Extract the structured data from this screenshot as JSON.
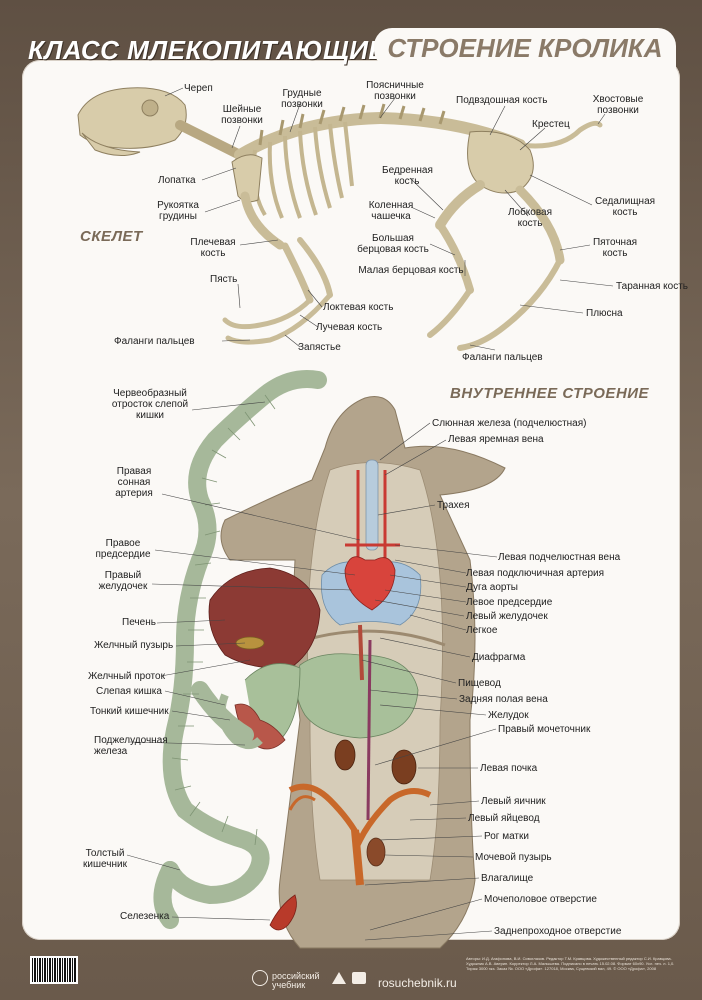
{
  "header": {
    "left_title": "КЛАСС МЛЕКОПИТАЮЩИЕ",
    "right_title": "СТРОЕНИЕ КРОЛИКА"
  },
  "sections": {
    "skeleton": "СКЕЛЕТ",
    "internal": "ВНУТРЕННЕЕ СТРОЕНИЕ"
  },
  "skeleton_labels": {
    "skull": "Череп",
    "cervical": "Шейные позвонки",
    "thoracic": "Грудные позвонки",
    "lumbar": "Поясничные позвонки",
    "ilium": "Подвздошная кость",
    "caudal": "Хвостовые позвонки",
    "sacrum": "Крестец",
    "scapula": "Лопатка",
    "manubrium": "Рукоятка грудины",
    "humerus": "Плечевая кость",
    "metacarpus": "Пясть",
    "ulna": "Локтевая кость",
    "radius": "Лучевая кость",
    "carpus": "Запястье",
    "phalanges_front": "Фаланги пальцев",
    "femur": "Бедренная кость",
    "patella": "Коленная чашечка",
    "tibia": "Большая берцовая кость",
    "fibula": "Малая берцовая кость",
    "pubis": "Лобковая кость",
    "ischium": "Седалищная кость",
    "calcaneus": "Пяточная кость",
    "talus": "Таранная кость",
    "metatarsus": "Плюсна",
    "phalanges_hind": "Фаланги пальцев"
  },
  "organ_labels": {
    "appendix": "Червеобразный отросток слепой кишки",
    "right_carotid": "Правая сонная артерия",
    "right_atrium": "Правое предсердие",
    "right_ventricle": "Правый желудочек",
    "liver": "Печень",
    "gallbladder": "Желчный пузырь",
    "bile_duct": "Желчный проток",
    "cecum": "Слепая кишка",
    "small_intestine": "Тонкий кишечник",
    "pancreas": "Поджелудочная железа",
    "large_intestine": "Толстый кишечник",
    "spleen": "Селезенка",
    "salivary": "Слюнная железа (подчелюстная)",
    "left_jugular": "Левая яремная вена",
    "trachea": "Трахея",
    "left_subclavian_vein": "Левая подчелюстная вена",
    "left_subclavian_artery": "Левая подключичная артерия",
    "aortic_arch": "Дуга аорты",
    "left_atrium": "Левое предсердие",
    "left_ventricle": "Левый желудочек",
    "lung": "Легкое",
    "diaphragm": "Диафрагма",
    "esophagus": "Пищевод",
    "vena_cava": "Задняя полая вена",
    "stomach": "Желудок",
    "right_ureter": "Правый мочеточник",
    "left_kidney": "Левая почка",
    "left_ovary": "Левый яичник",
    "left_oviduct": "Левый яйцевод",
    "uterine_horn": "Рог матки",
    "bladder": "Мочевой пузырь",
    "vagina": "Влагалище",
    "urogenital": "Мочеполовое отверстие",
    "anus": "Заднепроходное отверстие"
  },
  "footer": {
    "brand": "российский учебник",
    "site": "rosuchebnik.ru",
    "imprint": "Авторы: И.Д. Агафонова, В.И. Сивоглазов. Редактор Т.М. Кравцова. Художественный редактор С.И. Кравцова. Художник А.В. Аверин. Корректор Л.А. Малышева. Подписано в печать 15.02.08. Формат 60х90. Усл. печ. л. 1,0. Тираж 3000 экз. Заказ №. ООО «Дрофа». 127018, Москва, Сущевский вал, 49. © ООО «Дрофа», 2008"
  },
  "colors": {
    "frame": "#6e5e4f",
    "panel": "#fbf9f6",
    "bone": "#d8ccaa",
    "intestine": "#a6b89a",
    "liver": "#8c3a34",
    "heart": "#d8443c",
    "lung": "#a9c4dc",
    "body": "#b3a48c",
    "stomach": "#a8c09a",
    "reproductive": "#c8682a"
  }
}
